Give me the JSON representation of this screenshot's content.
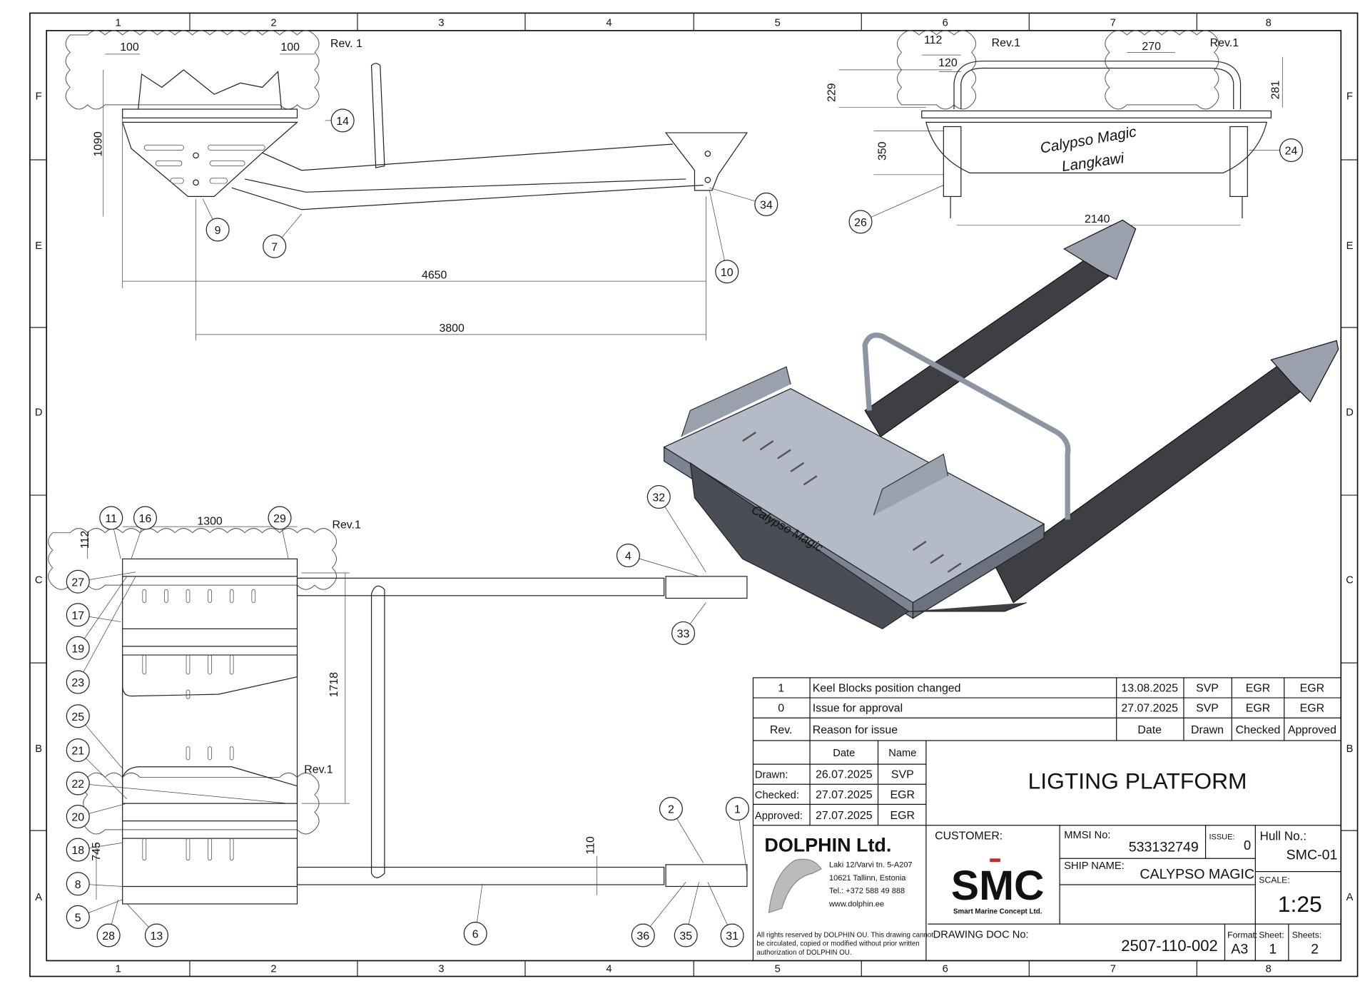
{
  "zones": {
    "columns": [
      "1",
      "2",
      "3",
      "4",
      "5",
      "6",
      "7",
      "8"
    ],
    "rows": [
      "F",
      "E",
      "D",
      "C",
      "B",
      "A"
    ]
  },
  "balloons": [
    "14",
    "9",
    "7",
    "34",
    "10",
    "24",
    "26",
    "32",
    "4",
    "33",
    "11",
    "16",
    "29",
    "27",
    "17",
    "19",
    "23",
    "25",
    "21",
    "22",
    "20",
    "18",
    "8",
    "5",
    "28",
    "13",
    "6",
    "2",
    "1",
    "36",
    "35",
    "31"
  ],
  "dimensions": [
    "100",
    "100",
    "1090",
    "4650",
    "3800",
    "112",
    "120",
    "270",
    "229",
    "281",
    "350",
    "2140",
    "1300",
    "112",
    "1718",
    "110",
    "745"
  ],
  "revision_clouds": [
    "Rev. 1",
    "Rev.1",
    "Rev.1",
    "Rev.1",
    "Rev.1"
  ],
  "hull_lettering": [
    "Calypso Magic",
    "Langkawi"
  ],
  "revisions": {
    "rows": [
      {
        "rev": "1",
        "reason": "Keel Blocks position changed",
        "date": "13.08.2025",
        "drawn": "SVP",
        "checked": "EGR",
        "approved": "EGR"
      },
      {
        "rev": "0",
        "reason": "Issue for approval",
        "date": "27.07.2025",
        "drawn": "SVP",
        "checked": "EGR",
        "approved": "EGR"
      }
    ],
    "header": {
      "rev": "Rev.",
      "reason": "Reason for issue",
      "date": "Date",
      "drawn": "Drawn",
      "checked": "Checked",
      "approved": "Approved"
    }
  },
  "signoff": {
    "header": {
      "date": "Date",
      "name": "Name"
    },
    "rows": [
      {
        "label": "Drawn:",
        "date": "26.07.2025",
        "name": "SVP"
      },
      {
        "label": "Checked:",
        "date": "27.07.2025",
        "name": "EGR"
      },
      {
        "label": "Approved:",
        "date": "27.07.2025",
        "name": "EGR"
      }
    ]
  },
  "title": "LIGTING PLATFORM",
  "company": {
    "name": "DOLPHIN Ltd.",
    "address": [
      "Laki 12/Varvi tn. 5-A207",
      "10621 Tallinn, Estonia",
      "Tel.: +372 588 49 888",
      "www.dolphin.ee"
    ],
    "rights": [
      "All rights reserved by DOLPHIN OU. This drawing cannot",
      "be circulated, copied or modified without prior written",
      "authorization of DOLPHIN OU."
    ]
  },
  "customer": {
    "label": "CUSTOMER:",
    "logo_text": "SMC",
    "logo_sub": "Smart Marine Concept Ltd.",
    "brand_color": "#1a47a8",
    "accent_color": "#d0262a"
  },
  "mmsi": {
    "label": "MMSI No:",
    "value": "533132749"
  },
  "issue": {
    "label": "ISSUE:",
    "value": "0"
  },
  "hull": {
    "label": "Hull No.:",
    "value": "SMC-01"
  },
  "ship": {
    "label": "SHIP NAME:",
    "value": "CALYPSO MAGIC"
  },
  "scale": {
    "label": "SCALE:",
    "value": "1:25"
  },
  "doc": {
    "label": "DRAWING DOC No:",
    "value": "2507-110-002"
  },
  "format": {
    "label": "Format:",
    "value": "A3"
  },
  "sheet": {
    "label": "Sheet:",
    "value": "1"
  },
  "sheets": {
    "label": "Sheets:",
    "value": "2"
  }
}
